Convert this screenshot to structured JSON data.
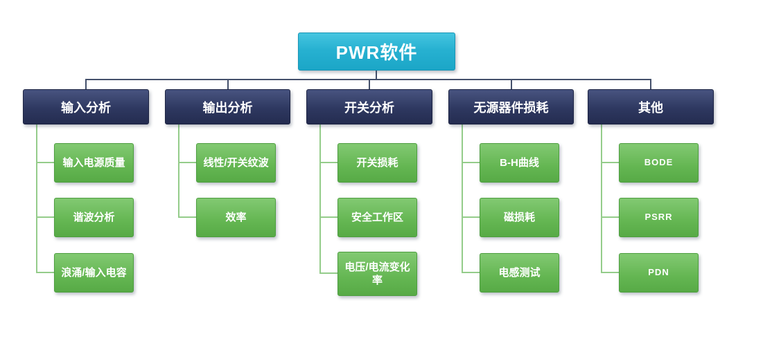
{
  "root": {
    "label": "PWR软件"
  },
  "branches": [
    {
      "label": "输入分析",
      "children": [
        "输入电源质量",
        "谐波分析",
        "浪涌/输入电容"
      ]
    },
    {
      "label": "输出分析",
      "children": [
        "线性/开关纹波",
        "效率"
      ]
    },
    {
      "label": "开关分析",
      "children": [
        "开关损耗",
        "安全工作区",
        "电压/电流变化率"
      ]
    },
    {
      "label": "无源器件损耗",
      "children": [
        "B-H曲线",
        "磁损耗",
        "电感测试"
      ]
    },
    {
      "label": "其他",
      "children": [
        "BODE",
        "PSRR",
        "PDN"
      ]
    }
  ],
  "colors": {
    "root_fill": "#27b1d1",
    "branch_fill": "#2e3860",
    "leaf_fill": "#64b652",
    "connector_dark": "#44506b",
    "connector_green": "#94cc8a",
    "text": "#ffffff",
    "background": "#ffffff"
  }
}
